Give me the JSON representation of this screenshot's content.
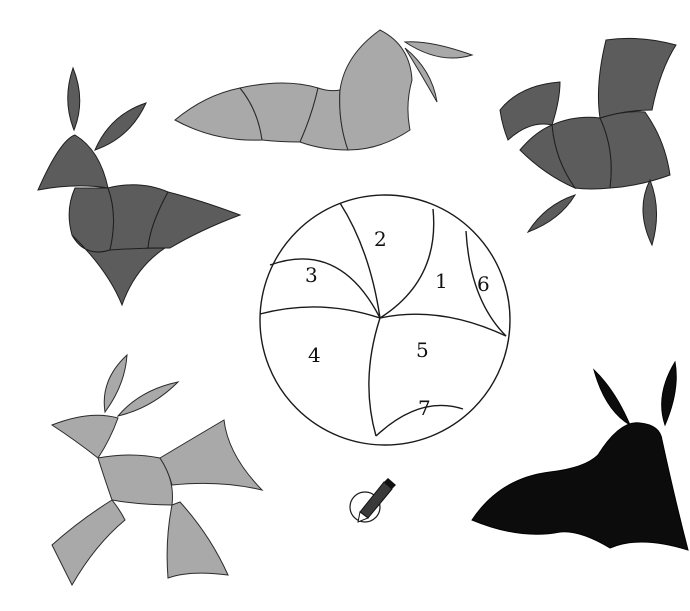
{
  "puzzle": {
    "pieces": [
      {
        "number": "1"
      },
      {
        "number": "2"
      },
      {
        "number": "3"
      },
      {
        "number": "4"
      },
      {
        "number": "5"
      },
      {
        "number": "6"
      },
      {
        "number": "7"
      }
    ],
    "figures": [
      {
        "icon": "rabbit-figure-dark-gray"
      },
      {
        "icon": "rabbit-figure-light-gray"
      },
      {
        "icon": "rabbit-figure-dark-gray"
      },
      {
        "icon": "rabbit-figure-light-gray"
      },
      {
        "icon": "rabbit-silhouette-black"
      }
    ],
    "tools": [
      {
        "icon": "pencil-compass-icon"
      }
    ]
  },
  "colors": {
    "dark_gray": "#5c5c5c",
    "light_gray": "#a9a9a9",
    "black": "#0c0c0c",
    "outline": "#222222",
    "background": "#ffffff"
  }
}
